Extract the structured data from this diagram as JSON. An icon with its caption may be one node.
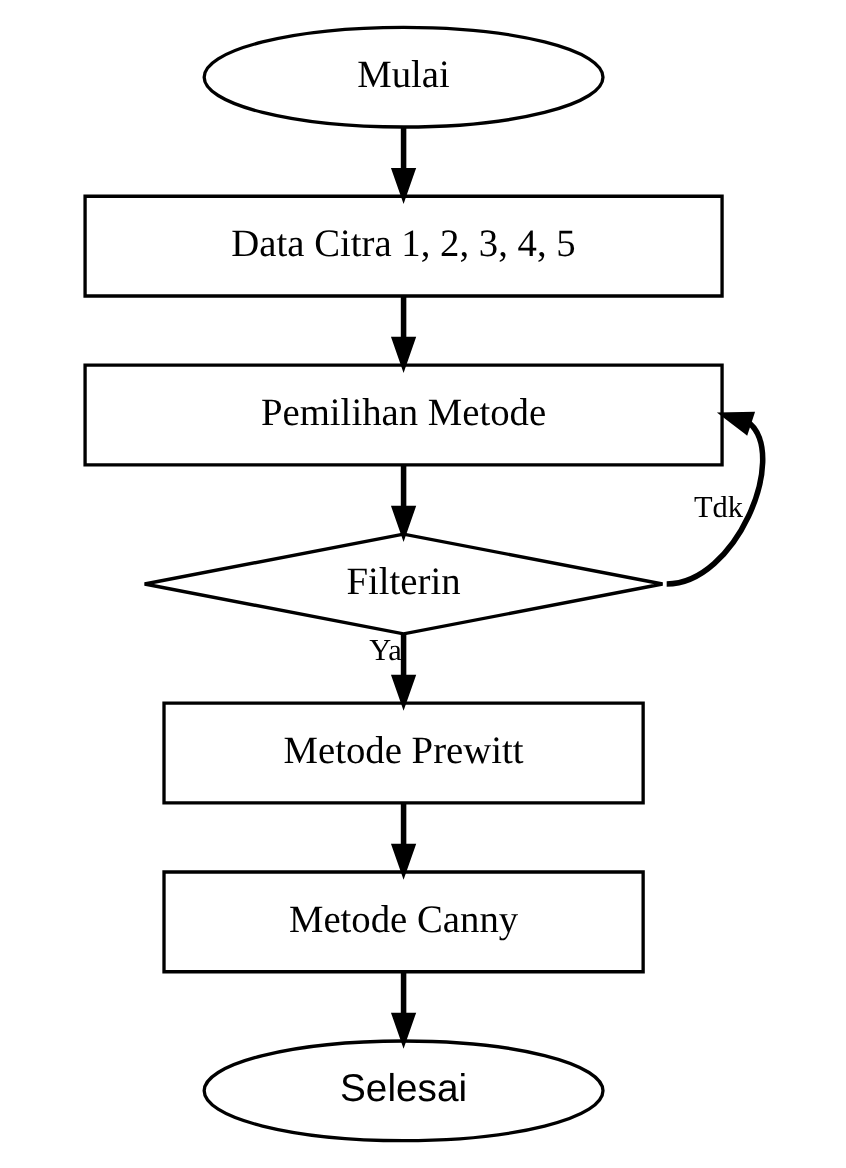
{
  "diagram": {
    "nodes": [
      {
        "text": [
          "Mulai"
        ]
      },
      {
        "text": [
          "Data Citra 1, 2, 3, 4, 5"
        ]
      },
      {
        "text": [
          "Pemilihan Metode"
        ]
      },
      {
        "text": [
          "Filterin"
        ]
      },
      {
        "text": [
          "Metode Prewitt"
        ]
      },
      {
        "text": [
          "Metode Canny"
        ]
      },
      {
        "text": [
          "Selesai"
        ]
      }
    ],
    "edges": [
      {
        "from": 0,
        "to": 1,
        "arrow": "to"
      },
      {
        "from": 1,
        "to": 2,
        "arrow": "to"
      },
      {
        "from": 2,
        "to": 3,
        "arrow": "to"
      },
      {
        "from": 3,
        "to": 4,
        "arrow": "to",
        "label": "Ya"
      },
      {
        "from": 3,
        "to": 2,
        "arrow": "to",
        "label": "Tdk"
      },
      {
        "from": 4,
        "to": 5,
        "arrow": "to"
      },
      {
        "from": 5,
        "to": 6,
        "arrow": "to"
      }
    ]
  }
}
